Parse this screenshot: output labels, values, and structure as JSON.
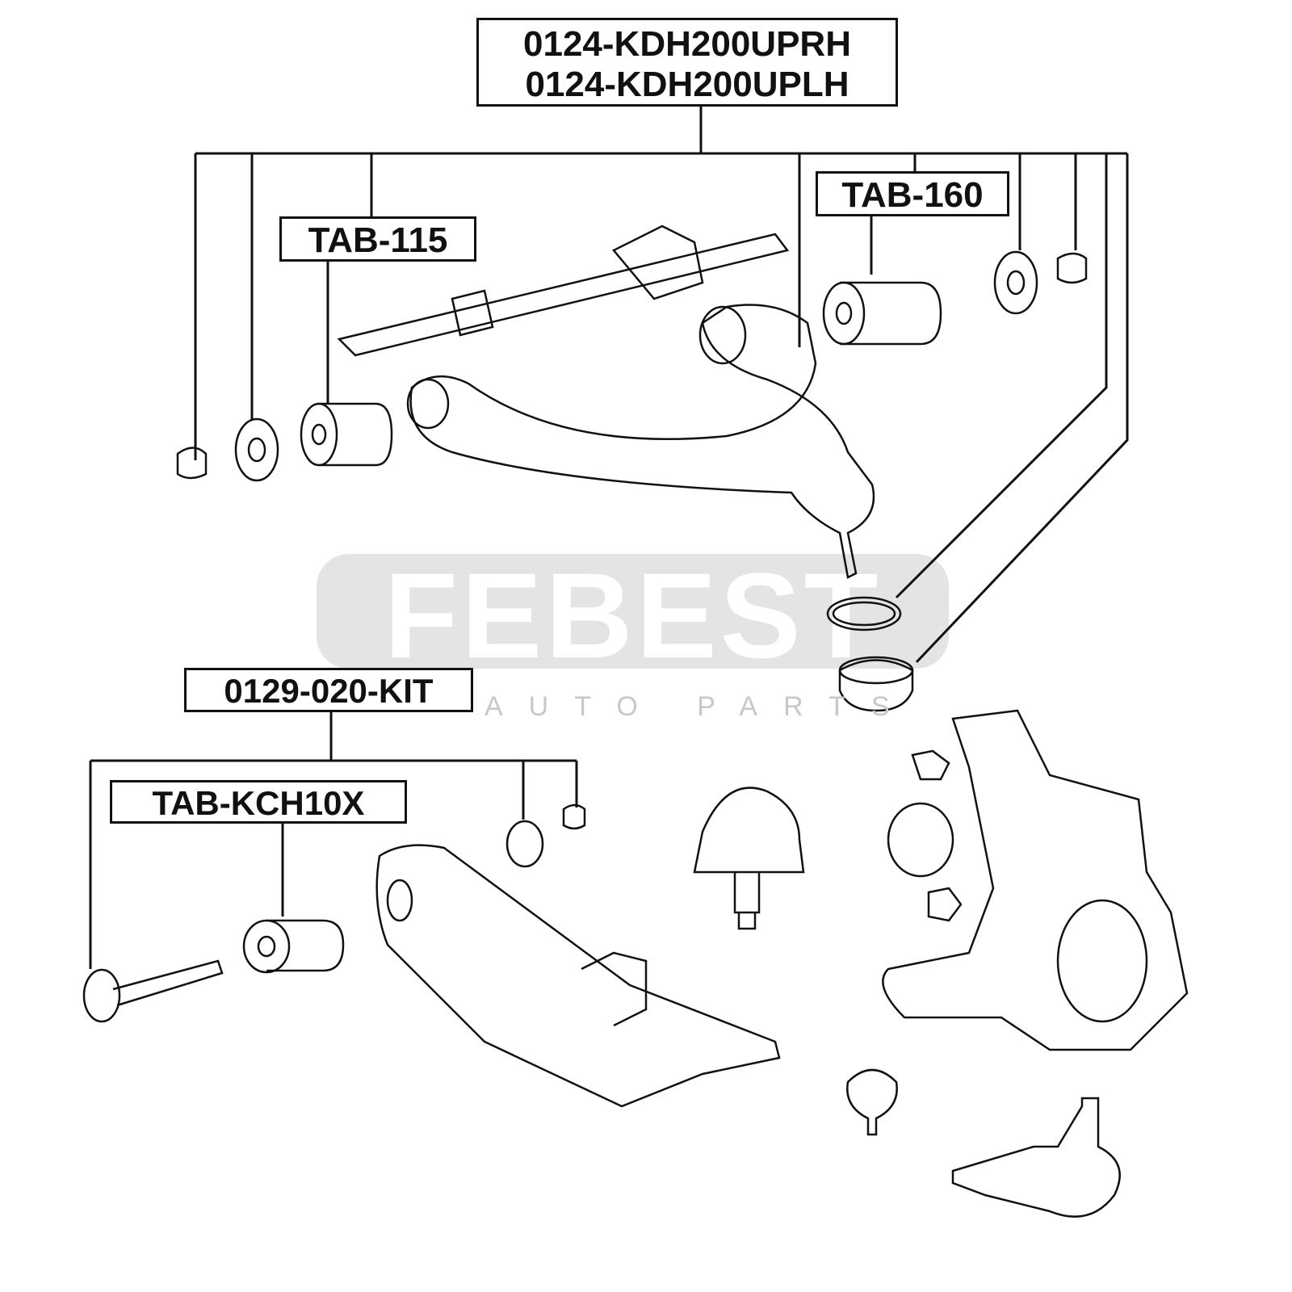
{
  "labels": {
    "upper_arm_rh": "0124-KDH200UPRH",
    "upper_arm_lh": "0124-KDH200UPLH",
    "bushing_front": "TAB-115",
    "bushing_rear": "TAB-160",
    "lower_kit": "0129-020-KIT",
    "lower_bushing": "TAB-KCH10X"
  },
  "watermark": {
    "brand": "FEBEST",
    "sub": "AUTO PARTS"
  },
  "colors": {
    "line": "#111111",
    "watermark": "#e4e4e4"
  }
}
